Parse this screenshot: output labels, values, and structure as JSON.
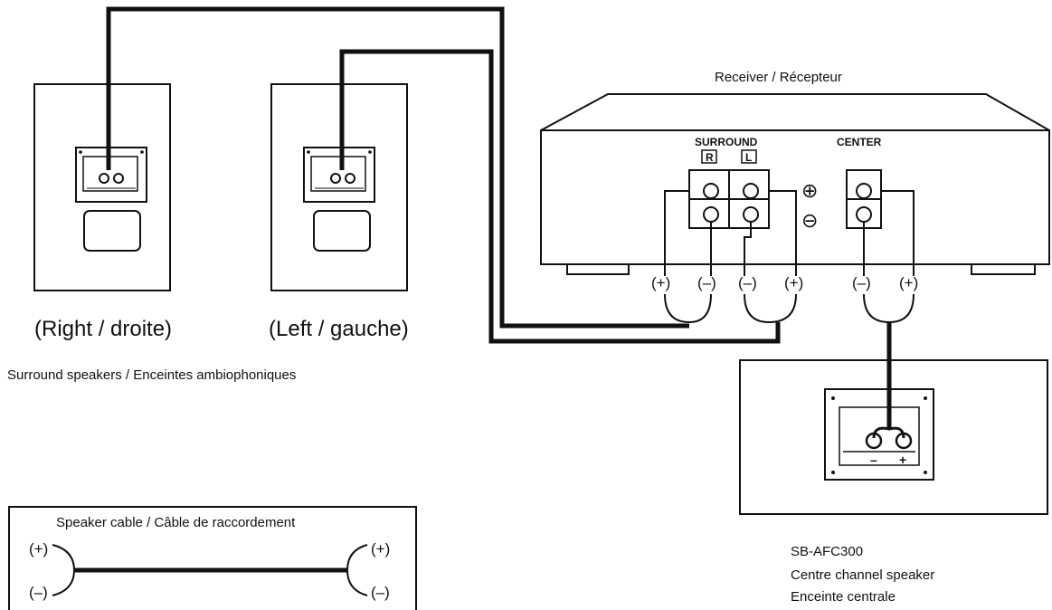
{
  "receiver": {
    "title": "Receiver / Récepteur",
    "surround_label": "SURROUND",
    "center_label": "CENTER",
    "right_badge": "R",
    "left_badge": "L",
    "plus_symbol": "⊕",
    "minus_symbol": "⊖",
    "terminal_labels": [
      "(+)",
      "(–)",
      "(–)",
      "(+)",
      "(–)",
      "(+)"
    ]
  },
  "speakers": {
    "right_label": "(Right / droite)",
    "left_label": "(Left / gauche)",
    "caption": "Surround speakers / Enceintes  ambiophoniques"
  },
  "center_speaker": {
    "model": "SB-AFC300",
    "name_en": "Centre channel speaker",
    "name_fr": "Enceinte centrale",
    "minus_sign": "–",
    "plus_sign": "+"
  },
  "cable_legend": {
    "title": "Speaker cable / Câble de raccordement",
    "left_plus": "(+)",
    "left_minus": "(–)",
    "right_plus": "(+)",
    "right_minus": "(–)"
  }
}
